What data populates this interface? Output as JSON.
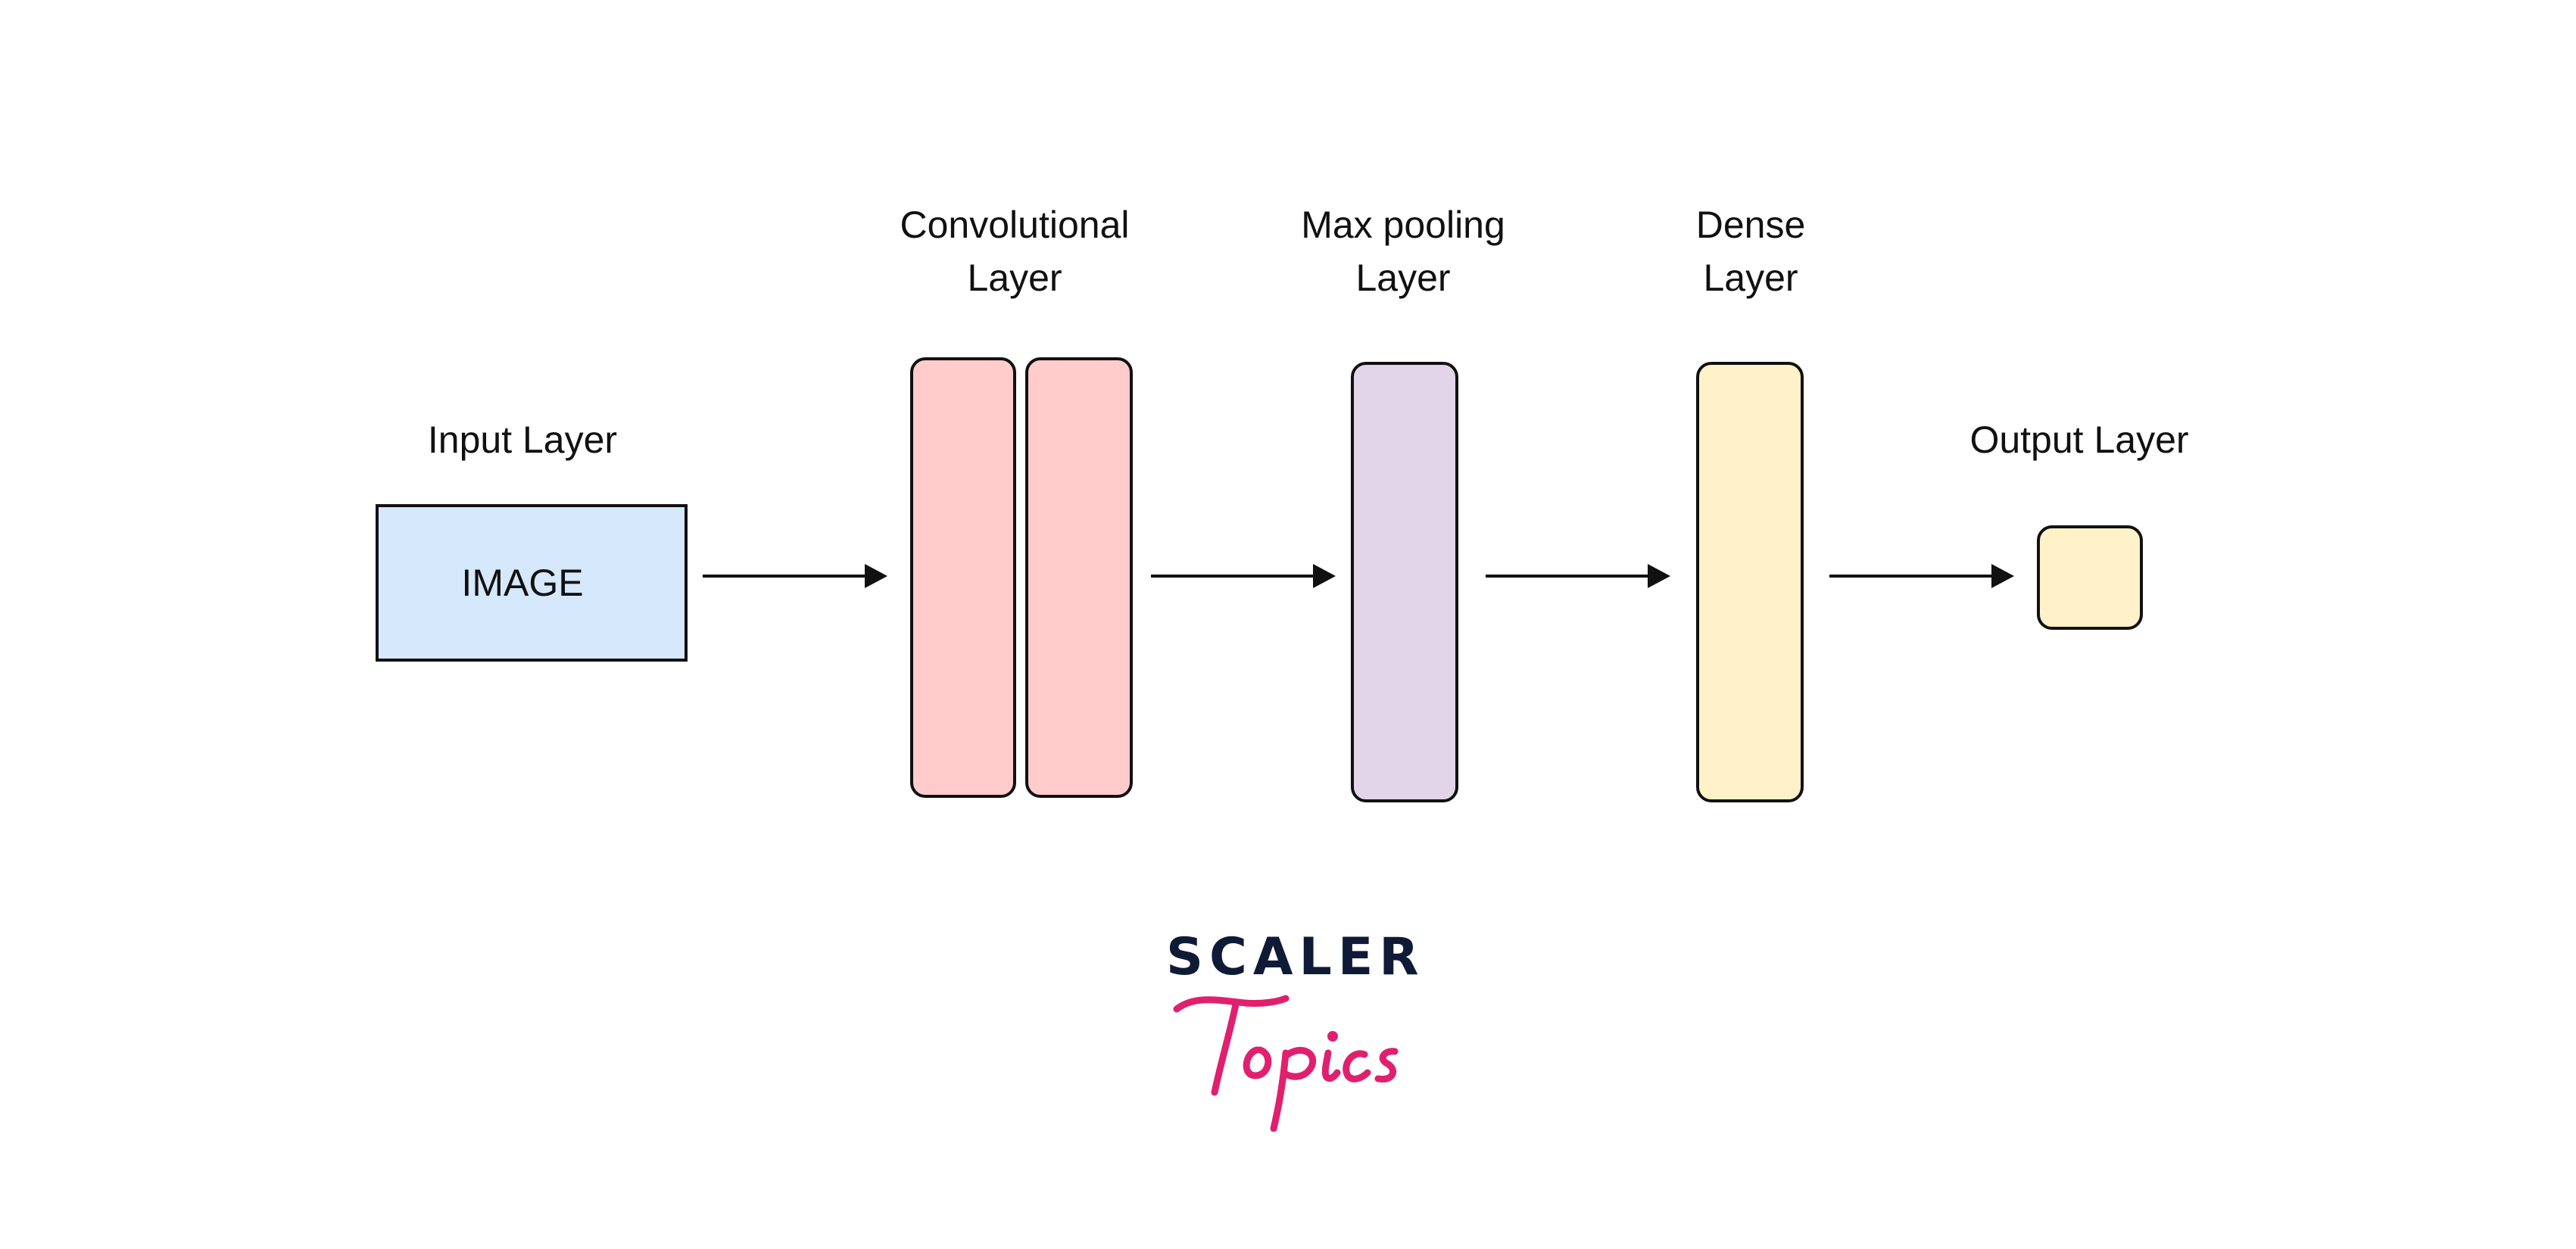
{
  "diagram": {
    "input": {
      "label": "Input Layer",
      "box_text": "IMAGE",
      "fill": "#d6e8fc"
    },
    "conv": {
      "label_line1": "Convolutional",
      "label_line2": "Layer",
      "fill": "#ffcbcb"
    },
    "pool": {
      "label_line1": "Max pooling",
      "label_line2": "Layer",
      "fill": "#e2d5e8"
    },
    "dense": {
      "label_line1": "Dense",
      "label_line2": "Layer",
      "fill": "#fff2c9"
    },
    "output": {
      "label": "Output Layer",
      "fill": "#fff2c9"
    },
    "stroke_color": "#111111"
  },
  "logo": {
    "word": "SCALER",
    "script": "Topics",
    "word_color": "#0f1a36",
    "script_color": "#e0206f"
  }
}
